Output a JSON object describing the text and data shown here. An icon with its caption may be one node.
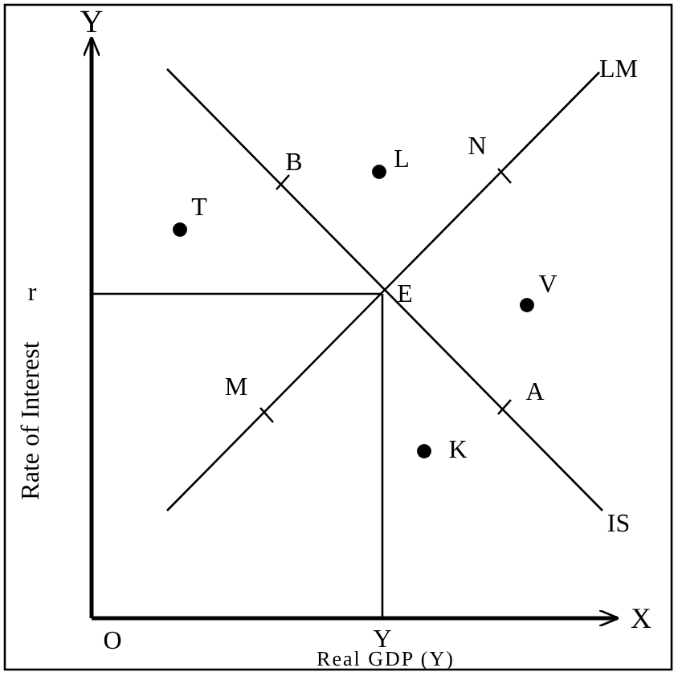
{
  "diagram": {
    "labels": [
      "Y",
      "LM",
      "B",
      "L",
      "N",
      "T",
      "r",
      "E",
      "V",
      "M",
      "A",
      "K",
      "IS",
      "O",
      "Y",
      "X",
      "Rate of Interest",
      "Real GDP (Y)"
    ]
  }
}
